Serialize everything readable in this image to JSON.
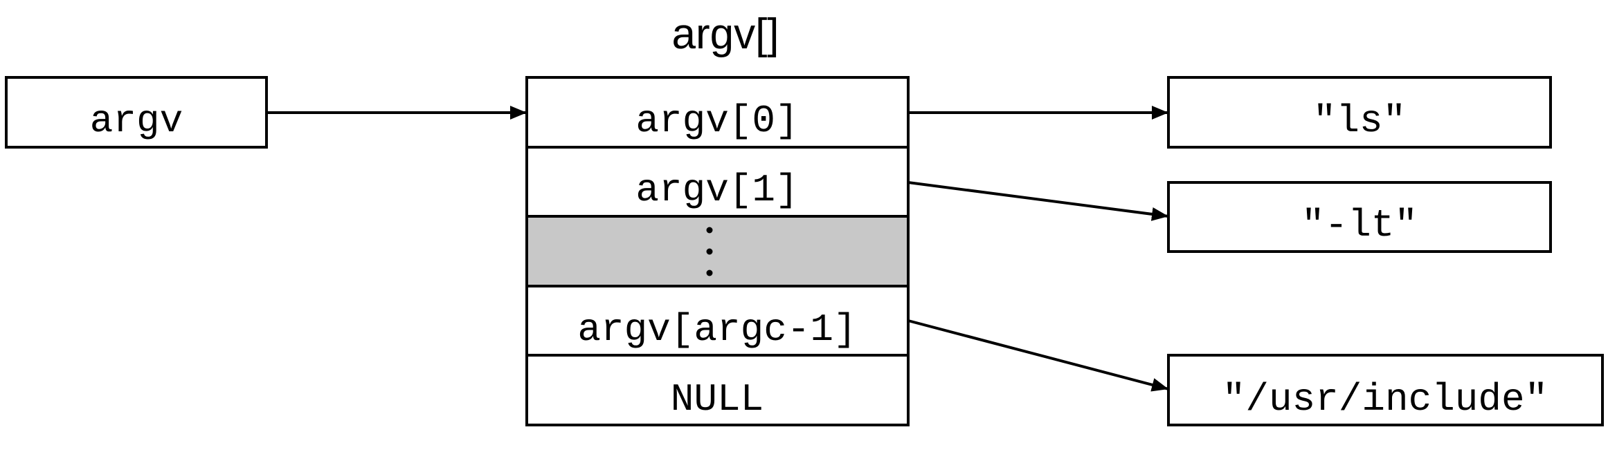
{
  "title": "argv[]",
  "pointer": {
    "label": "argv"
  },
  "array_cells": [
    {
      "label": "argv[0]",
      "shaded": false
    },
    {
      "label": "argv[1]",
      "shaded": false
    },
    {
      "label": "",
      "shaded": true,
      "ellipsis": true
    },
    {
      "label": "argv[argc-1]",
      "shaded": false
    },
    {
      "label": "NULL",
      "shaded": false
    }
  ],
  "strings": [
    {
      "label": "\"ls\""
    },
    {
      "label": "\"-lt\""
    },
    {
      "label": "\"/usr/include\""
    }
  ],
  "colors": {
    "line": "#000000",
    "shaded_cell": "#c8c8c8",
    "background": "#ffffff"
  }
}
